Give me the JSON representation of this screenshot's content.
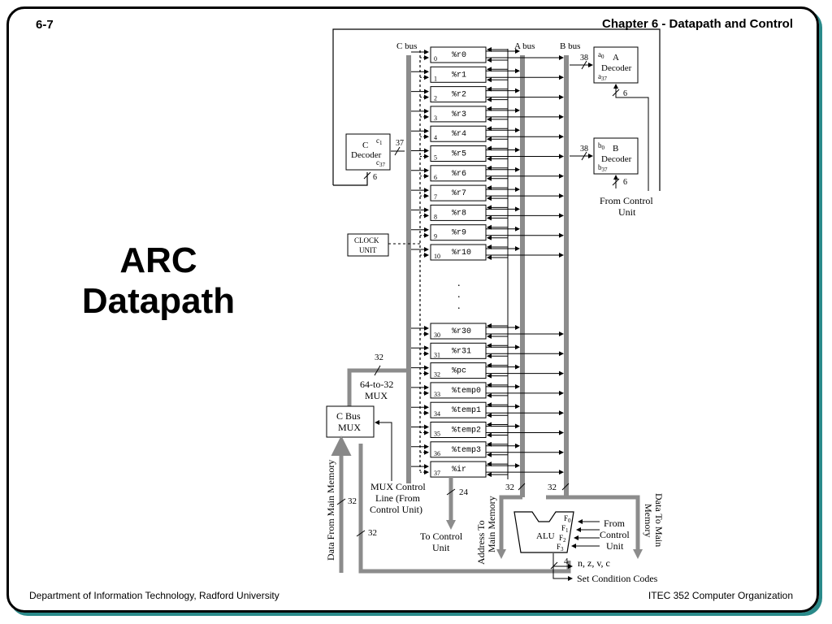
{
  "slide": {
    "number": "6-7",
    "chapter": "Chapter 6 - Datapath and Control",
    "title_line1": "ARC",
    "title_line2": "Datapath",
    "footer_left": "Department of Information Technology, Radford University",
    "footer_right": "ITEC 352 Computer Organization"
  },
  "diagram": {
    "bus_labels": {
      "c_bus": "C bus",
      "a_bus": "A bus",
      "b_bus": "B bus"
    },
    "registers": [
      {
        "index": "0",
        "name": "%r0"
      },
      {
        "index": "1",
        "name": "%r1"
      },
      {
        "index": "2",
        "name": "%r2"
      },
      {
        "index": "3",
        "name": "%r3"
      },
      {
        "index": "4",
        "name": "%r4"
      },
      {
        "index": "5",
        "name": "%r5"
      },
      {
        "index": "6",
        "name": "%r6"
      },
      {
        "index": "7",
        "name": "%r7"
      },
      {
        "index": "8",
        "name": "%r8"
      },
      {
        "index": "9",
        "name": "%r9"
      },
      {
        "index": "10",
        "name": "%r10"
      },
      {
        "index": "30",
        "name": "%r30"
      },
      {
        "index": "31",
        "name": "%r31"
      },
      {
        "index": "32",
        "name": "%pc"
      },
      {
        "index": "33",
        "name": "%temp0"
      },
      {
        "index": "34",
        "name": "%temp1"
      },
      {
        "index": "35",
        "name": "%temp2"
      },
      {
        "index": "36",
        "name": "%temp3"
      },
      {
        "index": "37",
        "name": "%ir"
      }
    ],
    "ellipsis": ".",
    "a_decoder": {
      "label1": "A",
      "label2": "Decoder",
      "in0": "a",
      "in0_sub": "0",
      "in37": "a",
      "in37_sub": "37",
      "width": "38",
      "ctrl": "6"
    },
    "b_decoder": {
      "label1": "B",
      "label2": "Decoder",
      "in0": "b",
      "in0_sub": "0",
      "in37": "b",
      "in37_sub": "37",
      "width": "38",
      "ctrl": "6"
    },
    "c_decoder": {
      "label1": "C",
      "label2": "Decoder",
      "in1": "c",
      "in1_sub": "1",
      "in37": "c",
      "in37_sub": "37",
      "width": "37",
      "ctrl": "6"
    },
    "from_control_top": [
      "From Control",
      "Unit"
    ],
    "clock": [
      "CLOCK",
      "UNIT"
    ],
    "mux64": {
      "width": "32",
      "label": [
        "64-to-32",
        "MUX"
      ]
    },
    "cbus_mux": [
      "C Bus",
      "MUX"
    ],
    "mux_control": [
      "MUX Control",
      "Line (From",
      "Control Unit)"
    ],
    "data_from_mem": {
      "label": "Data From Main Memory",
      "width": "32"
    },
    "alu_feedback_width": "32",
    "to_control": {
      "width": "24",
      "label": [
        "To Control",
        "Unit"
      ]
    },
    "address_to_mem": [
      "Address To",
      "Main Memory"
    ],
    "a_width": "32",
    "b_width": "32",
    "alu": {
      "label": "ALU",
      "f": [
        "F",
        "F",
        "F",
        "F"
      ],
      "f_sub": [
        "0",
        "1",
        "2",
        "3"
      ]
    },
    "from_control_alu": [
      "From",
      "Control",
      "Unit"
    ],
    "data_to_mem": [
      "Data To Main",
      "Memory"
    ],
    "cc": {
      "width": "4",
      "flags": "n, z, v, c",
      "set": "Set Condition Codes"
    }
  }
}
